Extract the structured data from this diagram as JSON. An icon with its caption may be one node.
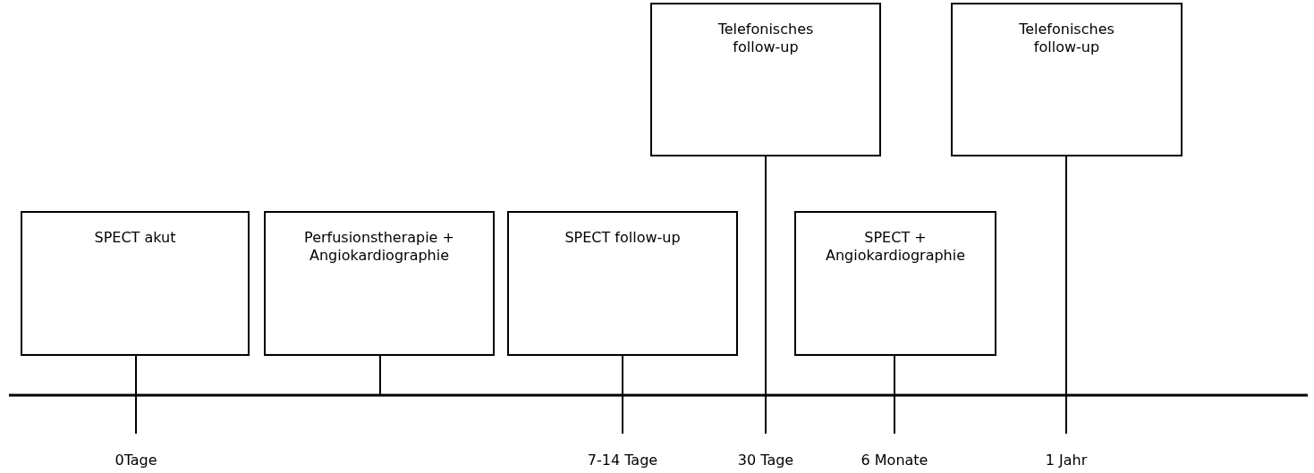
{
  "diagram": {
    "nodes": [
      {
        "text": [
          "SPECT akut"
        ]
      },
      {
        "text": [
          "Perfusionstherapie + Angiokardiographie"
        ]
      },
      {
        "text": [
          "SPECT follow-up"
        ]
      },
      {
        "text": [
          "Telefonisches follow-up"
        ]
      },
      {
        "text": [
          "SPECT + Angiokardiographie"
        ]
      },
      {
        "text": [
          "Telefonisches follow-up"
        ]
      },
      {
        "text": [
          "0Tage"
        ]
      },
      {
        "text": [
          "7-14 Tage"
        ]
      },
      {
        "text": [
          "30 Tage"
        ]
      },
      {
        "text": [
          "6 Monate"
        ]
      },
      {
        "text": [
          "1 Jahr"
        ]
      }
    ],
    "edges": [
      {
        "from": 0,
        "to": 6,
        "arrow": "none"
      },
      {
        "from": 1,
        "to": null,
        "arrow": "none"
      },
      {
        "from": 2,
        "to": 7,
        "arrow": "none"
      },
      {
        "from": 3,
        "to": 8,
        "arrow": "none"
      },
      {
        "from": 4,
        "to": 9,
        "arrow": "none"
      },
      {
        "from": 5,
        "to": 10,
        "arrow": "none"
      }
    ]
  }
}
